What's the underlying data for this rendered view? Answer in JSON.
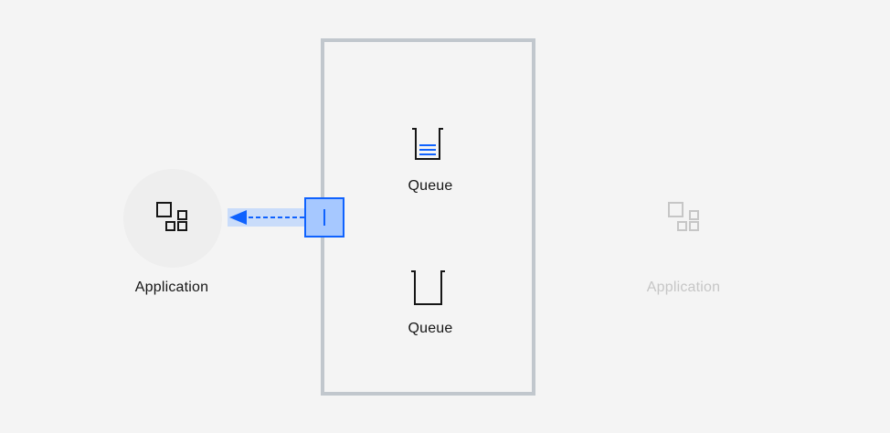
{
  "diagram": {
    "applications": [
      {
        "label": "Application",
        "state": "active",
        "icon": "application-icon"
      },
      {
        "label": "Application",
        "state": "disabled",
        "icon": "application-icon"
      }
    ],
    "queue_manager": {
      "queues": [
        {
          "label": "Queue",
          "state": "filled",
          "icon": "queue-filled-icon"
        },
        {
          "label": "Queue",
          "state": "empty",
          "icon": "queue-empty-icon"
        }
      ]
    },
    "message_flow": {
      "from": "queue_manager",
      "to": "applications.0",
      "style": "dashed-arrow",
      "icon": "message-get-icon"
    }
  },
  "colors": {
    "background": "#f4f4f4",
    "container_border": "#c1c7cd",
    "accent_blue": "#0f62fe",
    "accent_blue_light": "#a6c8ff",
    "icon_dark": "#161616",
    "disabled": "#c6c6c6"
  }
}
